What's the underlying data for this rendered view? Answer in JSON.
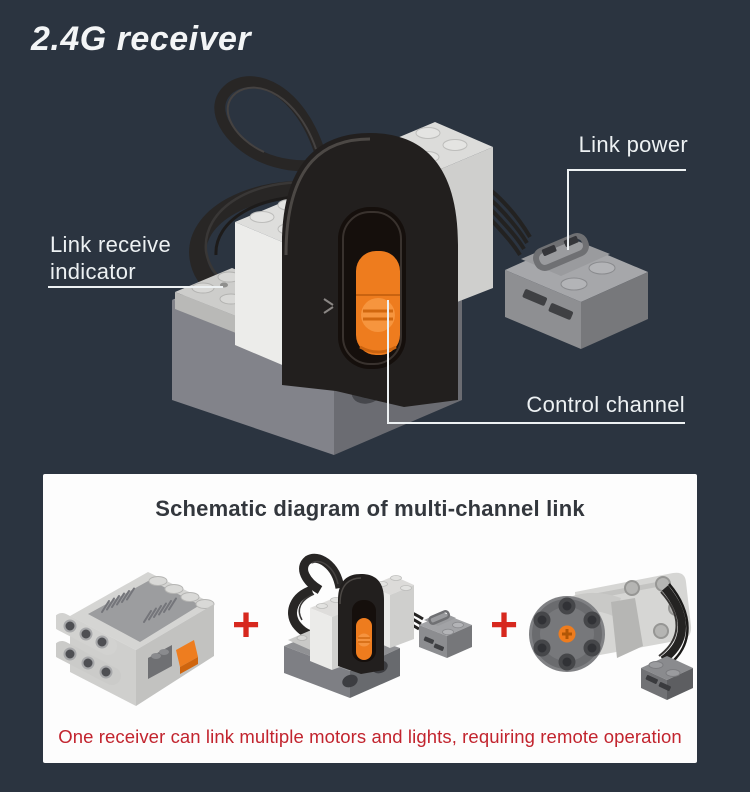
{
  "title": "2.4G receiver",
  "annotations": {
    "link_power": {
      "label": "Link power"
    },
    "link_receive": {
      "line1": "Link receive",
      "line2": "indicator"
    },
    "control_channel": {
      "label": "Control channel"
    }
  },
  "images": {
    "main": "receiver-with-cable-and-power-connector-photo",
    "card_items": [
      "battery-box-photo",
      "receiver-photo",
      "xl-motor-photo"
    ]
  },
  "card": {
    "title": "Schematic diagram of multi-channel link",
    "plus": "+",
    "note": "One receiver can link multiple motors and lights, requiring remote operation"
  },
  "colors": {
    "background": "#2b3440",
    "label_text": "#edf1f3",
    "annotation_line": "#edf1f3",
    "card_background": "#fdfdfd",
    "card_title_text": "#33373d",
    "note_text": "#c2242e",
    "plus_sign": "#d7281e",
    "switch_orange": "#ee7c1e",
    "brick_light_gray": "#d8d8d6",
    "brick_dark_gray": "#808388",
    "cable_black": "#262423"
  }
}
